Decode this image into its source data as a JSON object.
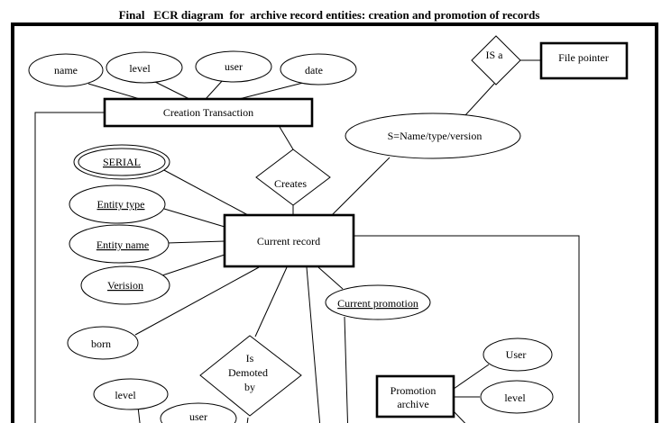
{
  "title": "Final   ECR diagram  for  archive record entities: creation and promotion of records",
  "entities": {
    "creation_transaction": "Creation Transaction",
    "current_record": "Current record",
    "file_pointer": "File pointer",
    "promotion_archive": [
      "Promotion",
      "archive"
    ]
  },
  "relationships": {
    "is_a": "IS a",
    "creates": "Creates",
    "is_demoted_by": [
      "Is",
      "Demoted",
      "by"
    ]
  },
  "attributes": {
    "name": "name",
    "level_top": "level",
    "user_top": "user",
    "date": "date",
    "s_name_type_version": "S=Name/type/version",
    "serial": "SERIAL",
    "entity_type": "Entity type",
    "entity_name": "Entity name",
    "verision": "Verision",
    "born": "born",
    "current_promotion": "Current promotion",
    "level_bottom": "level",
    "user_bottom": "user",
    "user_promo": "User",
    "level_promo": "level"
  }
}
